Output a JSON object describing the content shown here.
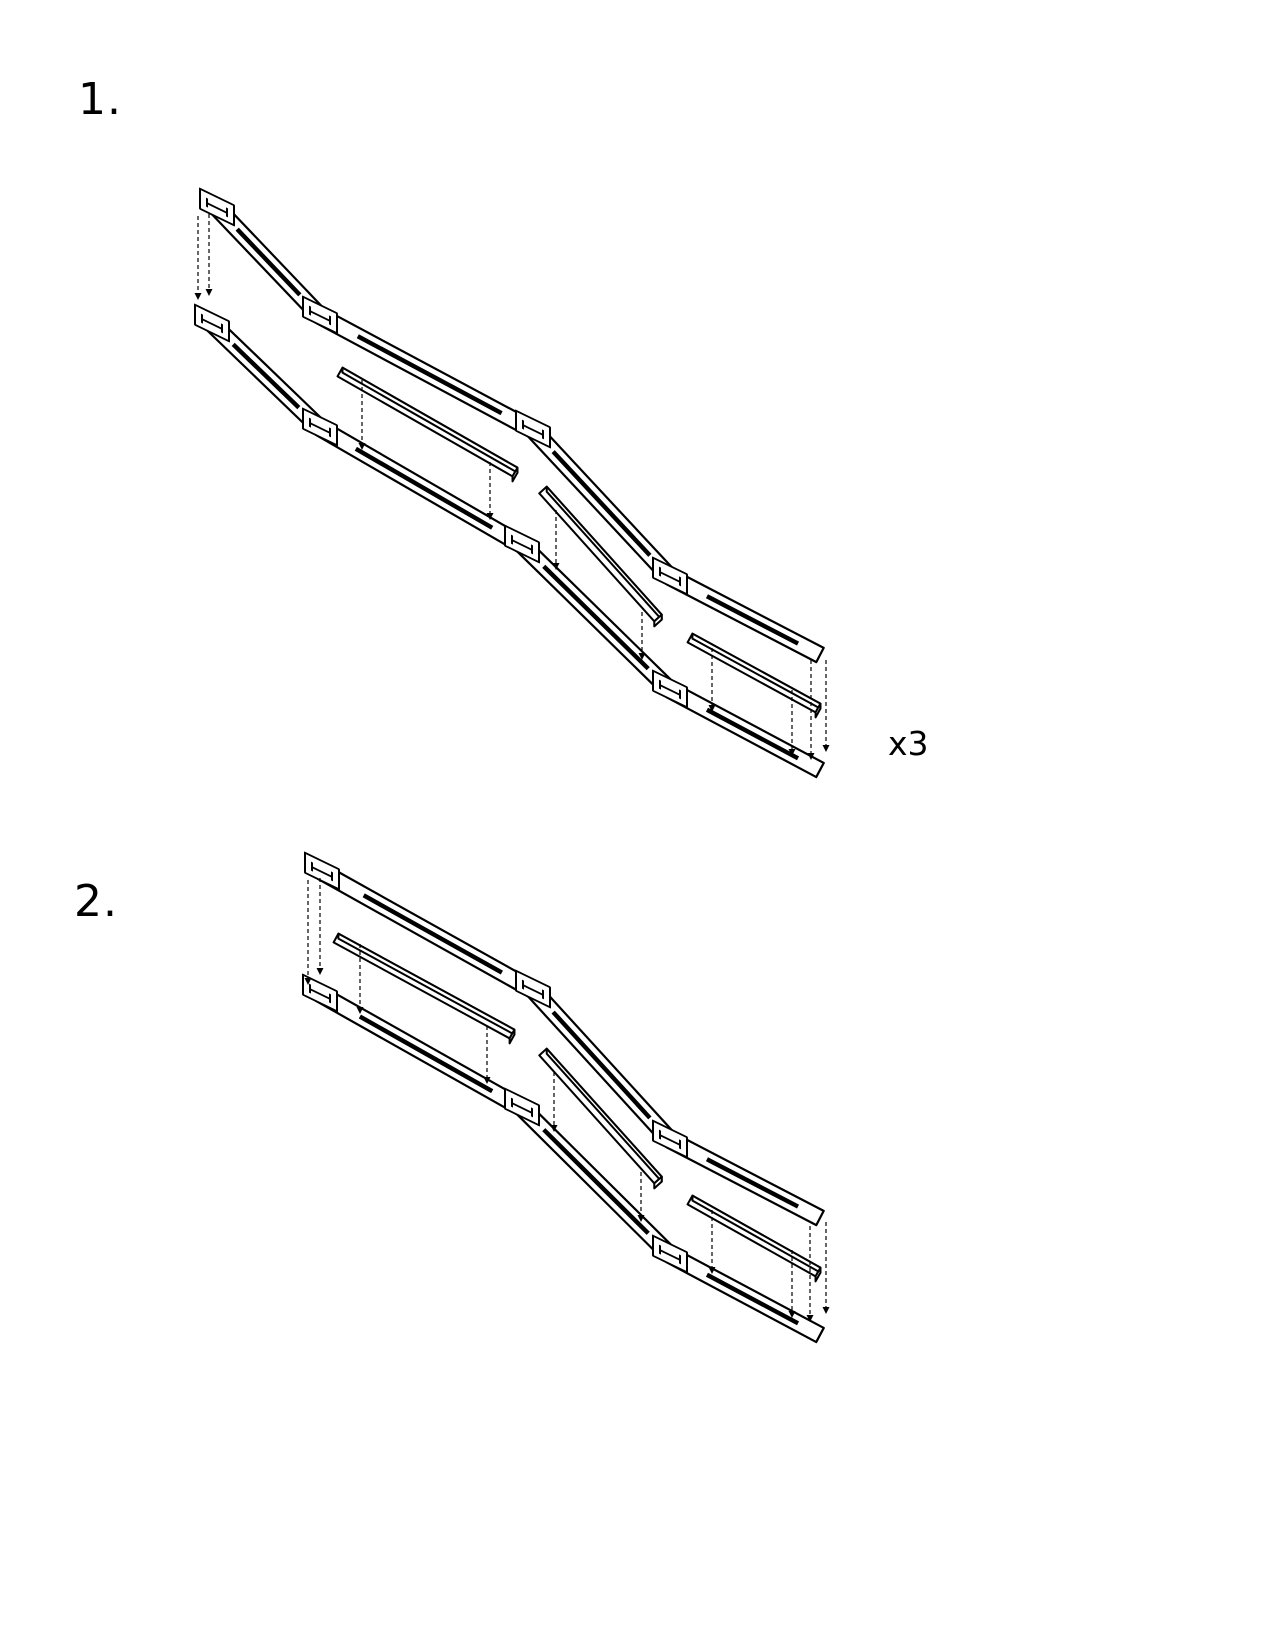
{
  "steps": [
    {
      "label": "1.",
      "quantity": "x3"
    },
    {
      "label": "2.",
      "quantity": ""
    }
  ],
  "colors": {
    "line": "#000000",
    "background": "#ffffff"
  }
}
